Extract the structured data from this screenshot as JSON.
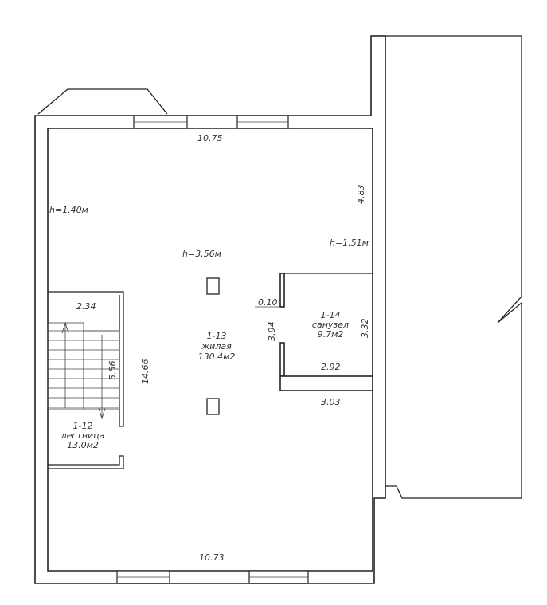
{
  "dimensions": {
    "top_width": "10.75",
    "bottom_width": "10.73",
    "left_height": "14.66",
    "right_upper": "4.83",
    "stair_width": "2.34",
    "stair_length": "5.56",
    "bath_wall": "0.10",
    "bath_height_left": "3.94",
    "bath_height_right": "3.32",
    "bath_inner_width": "2.92",
    "bath_outer_width": "3.03"
  },
  "heights": {
    "left": "h=1.40м",
    "center": "h=3.56м",
    "right": "h=1.51м"
  },
  "rooms": [
    {
      "number": "1-12",
      "name": "лестница",
      "area": "13.0м2"
    },
    {
      "number": "1-13",
      "name": "жилая",
      "area": "130.4м2"
    },
    {
      "number": "1-14",
      "name": "санузел",
      "area": "9.7м2"
    }
  ]
}
